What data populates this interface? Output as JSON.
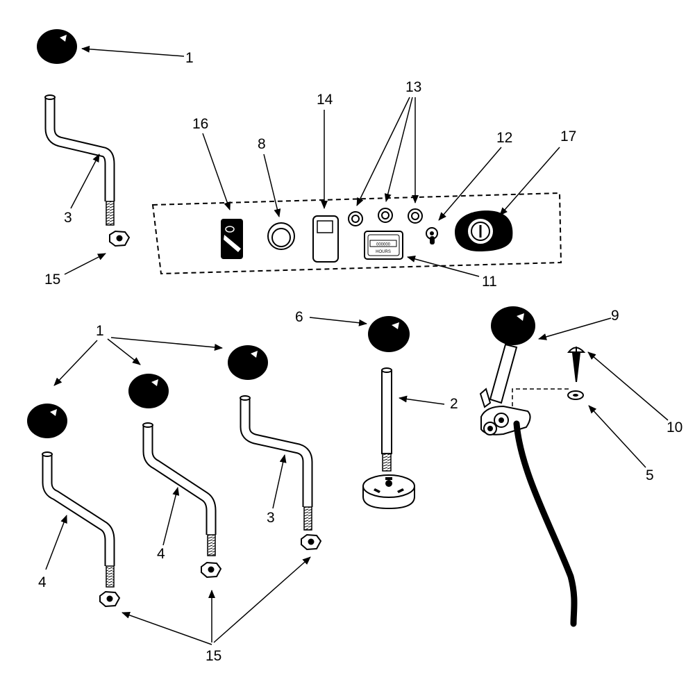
{
  "callouts": {
    "c1_top": "1",
    "c1_group": "1",
    "c2": "2",
    "c3_top": "3",
    "c3_bottom": "3",
    "c4_left": "4",
    "c4_mid": "4",
    "c5": "5",
    "c6": "6",
    "c8": "8",
    "c9": "9",
    "c10": "10",
    "c11": "11",
    "c12": "12",
    "c13": "13",
    "c14": "14",
    "c15_top": "15",
    "c15_bottom": "15",
    "c16": "16",
    "c17": "17"
  },
  "hourmeter": {
    "digits": "000000",
    "label": "HOURS"
  },
  "colors": {
    "ink": "#000000",
    "paper": "#ffffff"
  }
}
